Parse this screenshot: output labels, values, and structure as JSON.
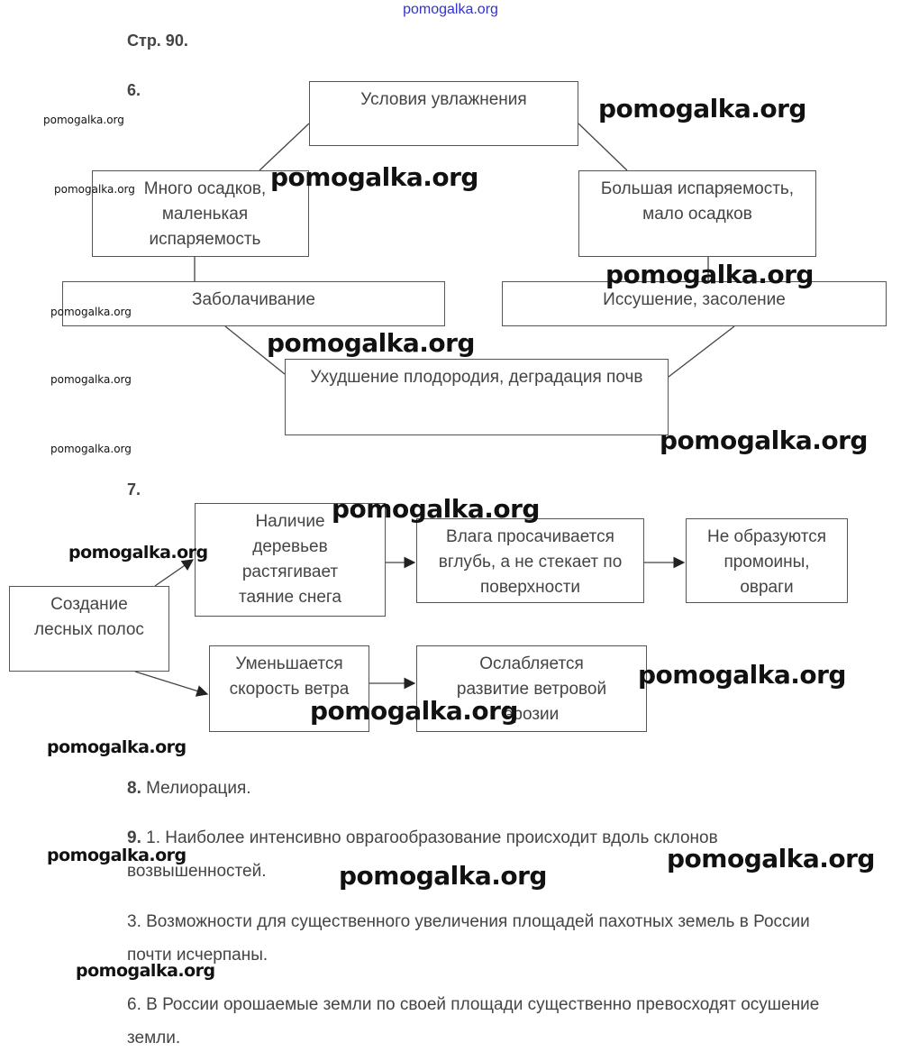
{
  "watermark": "pomogalka.org",
  "header": {
    "page": "Стр. 90."
  },
  "task6": {
    "number": "6.",
    "top": "Условия увлажнения",
    "left": "Много осадков, маленькая испаряемость",
    "right": "Большая испаряемость, мало осадков",
    "left_result": "Заболачивание",
    "right_result": "Иссушение, засоление",
    "bottom": "Ухудшение плодородия, деградация почв"
  },
  "task7": {
    "number": "7.",
    "source": "Создание лесных полос",
    "chain1": [
      "Наличие деревьев растягивает таяние снега",
      "Влага просачивается вглубь, а не стекает по поверхности",
      "Не образуются промоины, овраги"
    ],
    "chain2": [
      "Уменьшается скорость ветра",
      "Ослабляется развитие ветровой эрозии"
    ]
  },
  "task8": {
    "number": "8.",
    "text": "Мелиорация."
  },
  "task9": {
    "number": "9.",
    "items": [
      "1. Наиболее интенсивно оврагообразование происходит вдоль склонов возвышенностей.",
      "3. Возможности для существенного увеличения площадей пахотных земель в России почти исчерпаны.",
      "6. В России орошаемые земли по своей площади существенно превосходят осушение земли."
    ]
  }
}
